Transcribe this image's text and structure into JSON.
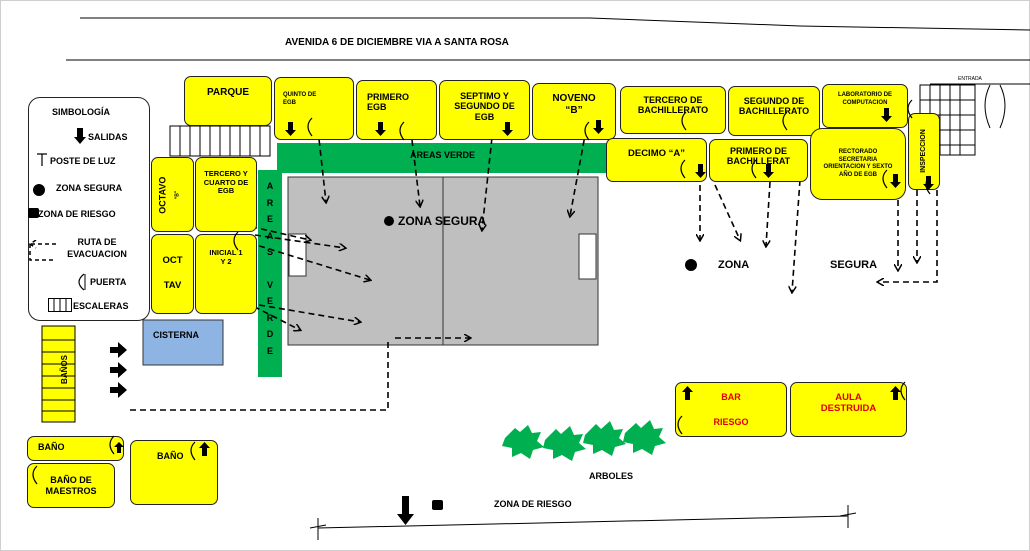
{
  "street": "AVENIDA 6 DE DICIEMBRE VIA A SANTA ROSA",
  "entrance": "ENTRADA",
  "legend": {
    "title": "SIMBOLOGÍA",
    "items": [
      "SALIDAS",
      "POSTE DE LUZ",
      "ZONA SEGURA",
      "ZONA DE RIESGO",
      "RUTA DE EVACUACION",
      "PUERTA",
      "ESCALERAS"
    ]
  },
  "rooms": {
    "parque": "PARQUE",
    "quinto": "QUINTO DE EGB",
    "primero_egb": "PRIMERO EGB",
    "septimo": "SEPTIMO Y SEGUNDO DE EGB",
    "noveno": "NOVENO “B”",
    "tercero_bach": "TERCERO DE BACHILLERATO",
    "segundo_bach": "SEGUNDO DE BACHILLERATO",
    "laboratorio": "LABORATORIO DE COMPUTACION",
    "decimo": "DECIMO “A”",
    "primero_bach": "PRIMERO DE BACHILLERAT",
    "rectorado": "RECTORADO SECRETARIA ORIENTACION Y SEXTO AÑO DE EGB",
    "inspeccion": "INSPECCION",
    "octavo": "OCTAVO",
    "octavo_sub": "“B”",
    "tercero_cuarto": "TERCERO Y CUARTO DE EGB",
    "oct_tav_1": "OCT",
    "oct_tav_2": "TAV",
    "inicial": "INICIAL 1 Y 2",
    "cisterna": "CISTERNA",
    "banos_vertical": "BAÑOS",
    "bano_1": "BAÑO",
    "bano_maestros": "BAÑO DE MAESTROS",
    "bano_2": "BAÑO",
    "bar_1": "BAR",
    "bar_2": "RIESGO",
    "aula_1": "AULA",
    "aula_2": "DESTRUIDA"
  },
  "areas": {
    "verde_h": "AREAS VERDE",
    "verde_v_letters": [
      "A",
      "R",
      "E",
      "A",
      "S",
      "",
      "V",
      "E",
      "R",
      "D",
      "E"
    ],
    "zona_segura_cancha": "ZONA SEGURA",
    "zona_1": "ZONA",
    "zona_2": "SEGURA",
    "arboles": "ARBOLES",
    "zona_riesgo": "ZONA DE RIESGO"
  },
  "colors": {
    "room_fill": "#ffff00",
    "green_area": "#00b050",
    "court": "#bfbfbf",
    "cisterna": "#8db4e2",
    "risk_text": "#e00000"
  }
}
